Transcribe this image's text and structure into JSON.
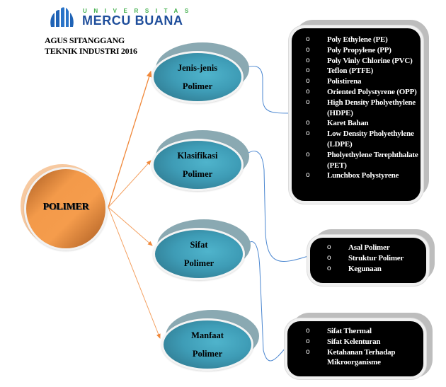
{
  "header": {
    "logo_icon": "mercu-buana-logo-icon",
    "university_label": "UNIVERSITAS",
    "university_name": "MERCU BUANA",
    "author_line1": "AGUS SITANGGANG",
    "author_line2": "TEKNIK INDUSTRI 2016"
  },
  "colors": {
    "root_fill": "#f39a4a",
    "node_fill": "#3e9cb6",
    "arrow": "#f0883a",
    "connector": "#4a86d0",
    "box_fill": "#000000",
    "logo_blue": "#1f4e9b",
    "logo_green": "#3fae49"
  },
  "root": {
    "label": "POLIMER"
  },
  "nodes": [
    {
      "line1": "Jenis-jenis",
      "line2": "Polimer"
    },
    {
      "line1": "Klasifikasi",
      "line2": "Polimer"
    },
    {
      "line1": "Sifat",
      "line2": "Polimer"
    },
    {
      "line1": "Manfaat",
      "line2": "Polimer"
    }
  ],
  "boxes": [
    {
      "bullet": "o",
      "items": [
        "Poly Ethylene (PE)",
        "Poly Propylene (PP)",
        "Poly Vinly Chlorine (PVC)",
        "Teflon (PTFE)",
        "Polistirena",
        "Oriented Polystyrene (OPP)",
        "High Density Pholyethylene (HDPE)",
        "Karet Bahan",
        "Low Density Pholyethylene (LDPE)",
        "Pholyethylene Terephthalate (PET)",
        "Lunchbox Polystyrene"
      ]
    },
    {
      "bullet": "o",
      "items": [
        "Asal Polimer",
        "Struktur Polimer",
        "Kegunaan"
      ]
    },
    {
      "bullet": "o",
      "items": [
        "Sifat Thermal",
        "Sifat Kelenturan",
        "Ketahanan Terhadap Mikroorganisme"
      ]
    }
  ]
}
